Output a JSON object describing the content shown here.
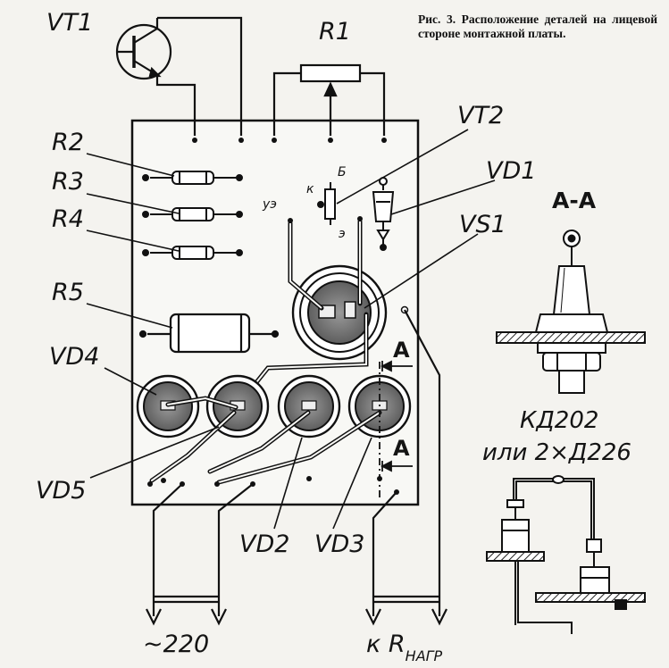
{
  "caption": "Рис. 3. Расположение деталей на лицевой стороне монтажной платы.",
  "labels": {
    "vt1": "VT1",
    "r1": "R1",
    "r2": "R2",
    "r3": "R3",
    "r4": "R4",
    "r5": "R5",
    "vt2": "VT2",
    "vd1": "VD1",
    "vs1": "VS1",
    "vd4": "VD4",
    "vd5": "VD5",
    "vd2": "VD2",
    "vd3": "VD3",
    "ue": "уэ",
    "pin_b": "Б",
    "pin_k": "к",
    "pin_e": "э",
    "section_a_top": "А",
    "section_a_bottom": "А",
    "section_title": "А-А",
    "kd202": "КД202",
    "or_2xd226": "или 2×Д226",
    "ac_220": "~220",
    "k_rnagr": "к R",
    "k_rnagr_sub": "НАГР"
  }
}
